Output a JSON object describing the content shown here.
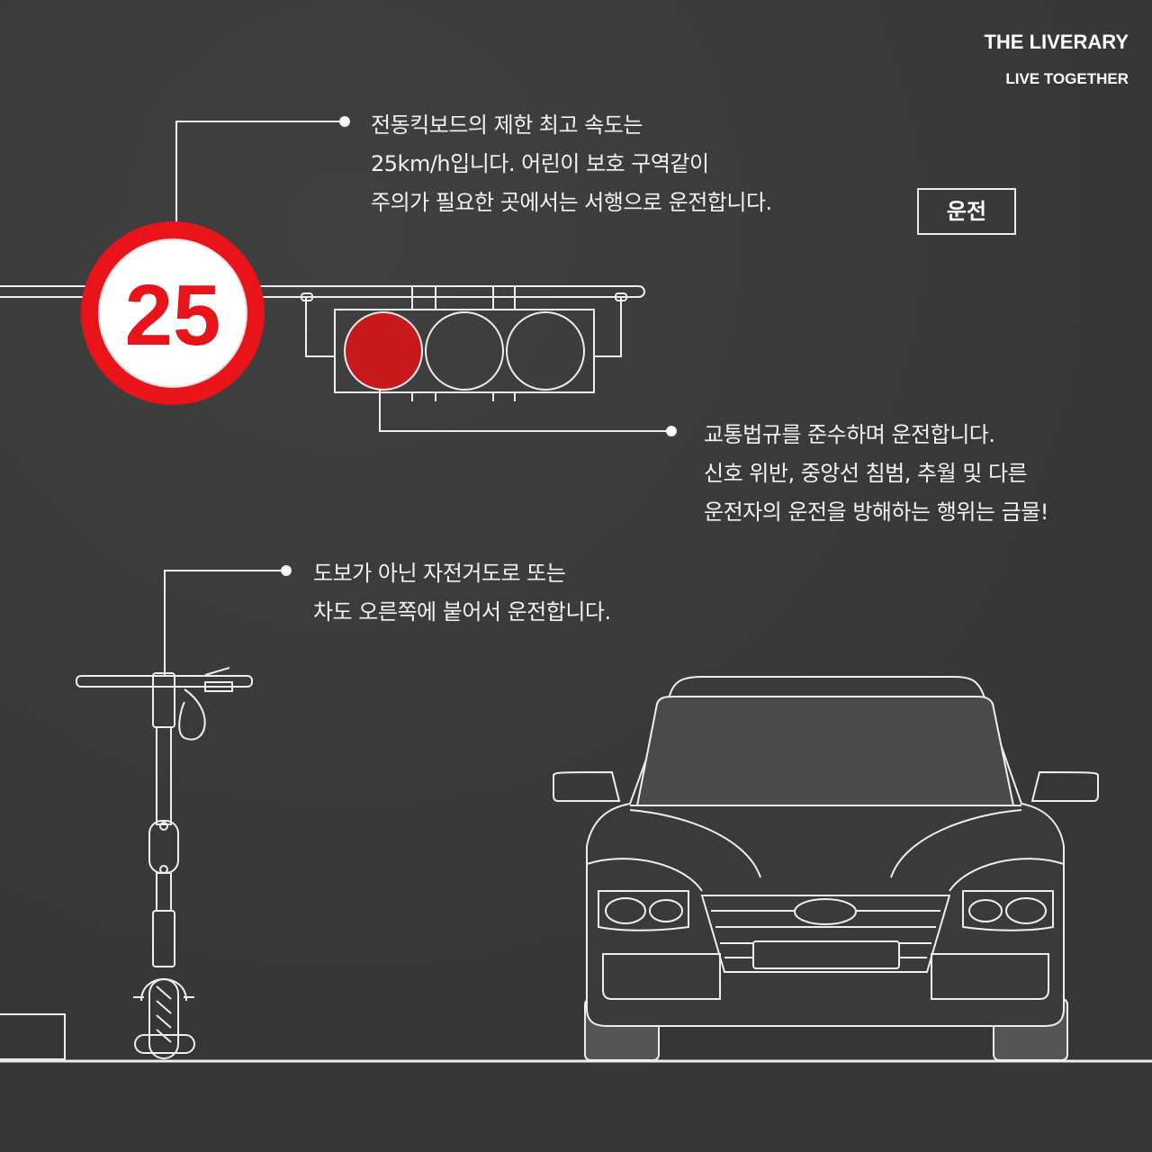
{
  "brand": {
    "title": "THE LIVERARY",
    "subtitle": "LIVE TOGETHER"
  },
  "tag": "운전",
  "speed_sign": {
    "value": "25",
    "color": "#e8141a"
  },
  "notes": {
    "speed": [
      "전동킥보드의 제한 최고 속도는",
      "25km/h입니다. 어린이 보호 구역같이",
      "주의가 필요한 곳에서는 서행으로 운전합니다."
    ],
    "traffic": [
      "교통법규를 준수하며 운전합니다.",
      "신호 위반, 중앙선 침범, 추월 및 다른",
      "운전자의 운전을 방해하는 행위는 금물!"
    ],
    "lane": [
      "도보가 아닌 자전거도로 또는",
      "차도 오른쪽에 붙어서 운전합니다."
    ]
  }
}
